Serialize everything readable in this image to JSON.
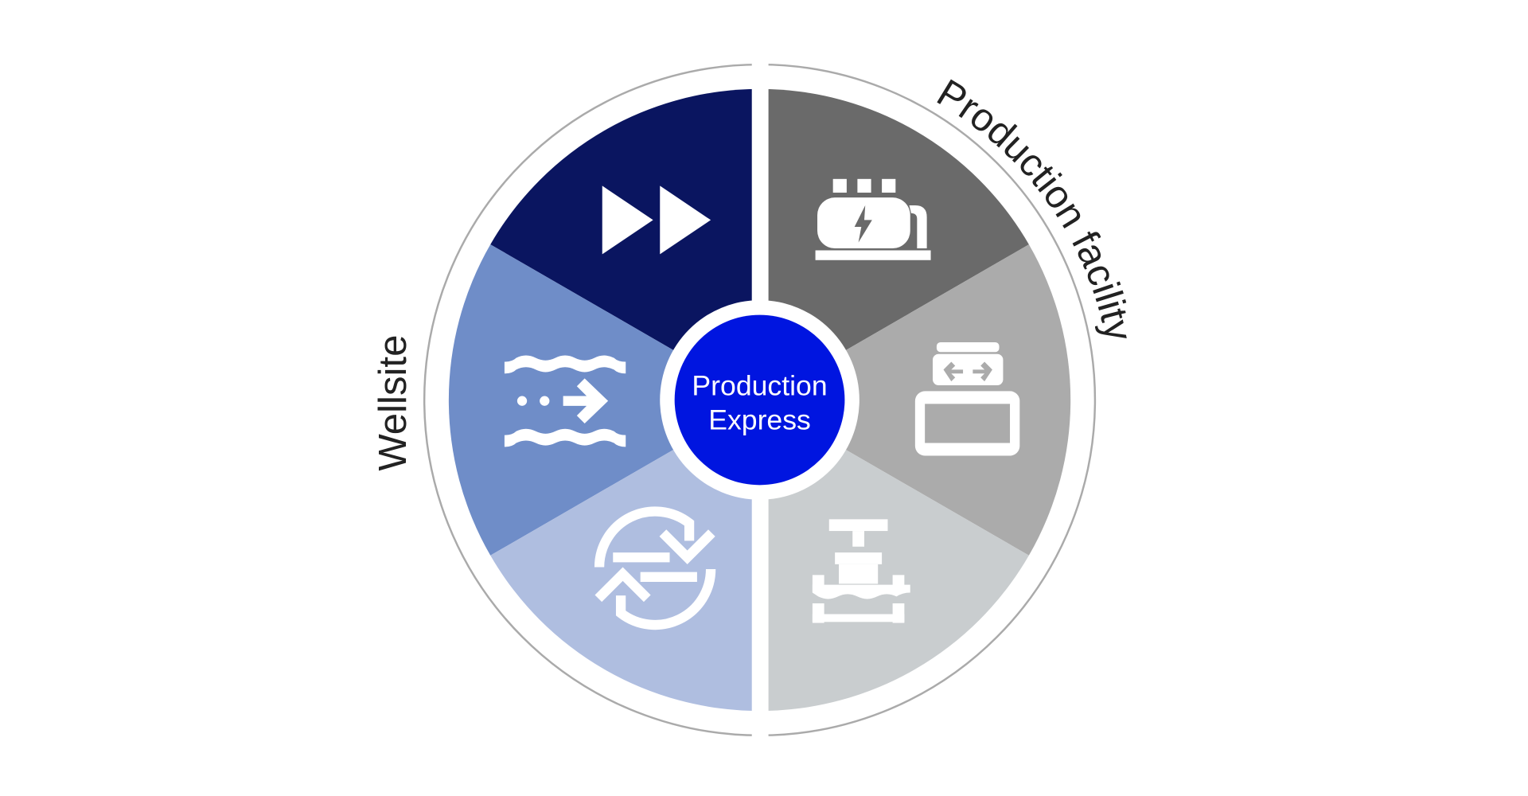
{
  "center": {
    "line1": "Production",
    "line2": "Express"
  },
  "labels": {
    "left": "Wellsite",
    "right": "Production facility"
  },
  "segments": [
    {
      "name": "fast-forward",
      "icon": "fast-forward-icon",
      "color": "#0a1560"
    },
    {
      "name": "flow-transfer",
      "icon": "flow-arrow-icon",
      "color": "#6f8dc8"
    },
    {
      "name": "cycle-exchange",
      "icon": "refresh-exchange-icon",
      "color": "#afbee0"
    },
    {
      "name": "power-generator",
      "icon": "generator-icon",
      "color": "#6a6a6a"
    },
    {
      "name": "separator-tank",
      "icon": "tank-icon",
      "color": "#ababab"
    },
    {
      "name": "valve-pipeline",
      "icon": "valve-icon",
      "color": "#c9cdcf"
    }
  ],
  "colors": {
    "center": "#0015e0",
    "ring": "#aaaaaa"
  }
}
